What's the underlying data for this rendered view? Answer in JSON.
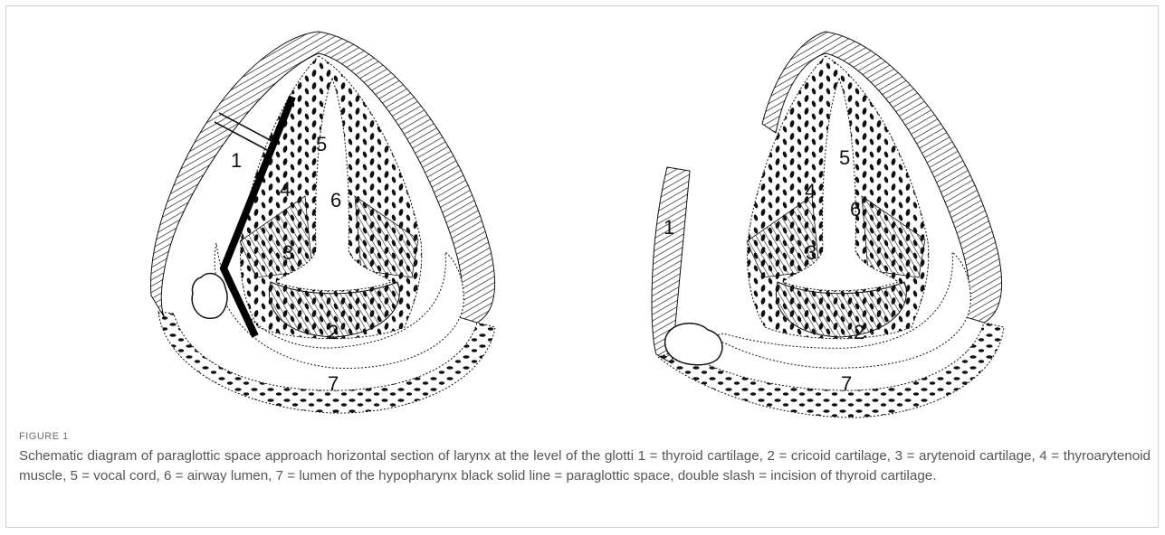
{
  "figure": {
    "label": "FIGURE 1",
    "caption": "Schematic diagram of paraglottic space approach horizontal section of larynx at the level of the glotti 1 = thyroid cartilage, 2 = cricoid cartilage, 3 = arytenoid cartilage, 4 = thyroarytenoid muscle, 5 = vocal cord, 6 = airway lumen, 7 = lumen of the hypopharynx black solid line = paraglottic space, double slash = incision of thyroid cartilage."
  },
  "left_panel": {
    "labels": {
      "thyroid": "1",
      "cricoid": "2",
      "arytenoid": "3",
      "muscle": "4",
      "vocal_cord": "5",
      "airway": "6",
      "hypopharynx": "7"
    }
  },
  "right_panel": {
    "labels": {
      "thyroid": "1",
      "cricoid": "2",
      "arytenoid": "3",
      "muscle": "4",
      "vocal_cord": "5",
      "airway": "6",
      "hypopharynx": "7"
    }
  },
  "colors": {
    "ink": "#111111",
    "caption": "#555555",
    "label": "#6b6b6b",
    "border": "#cfcfcf"
  }
}
